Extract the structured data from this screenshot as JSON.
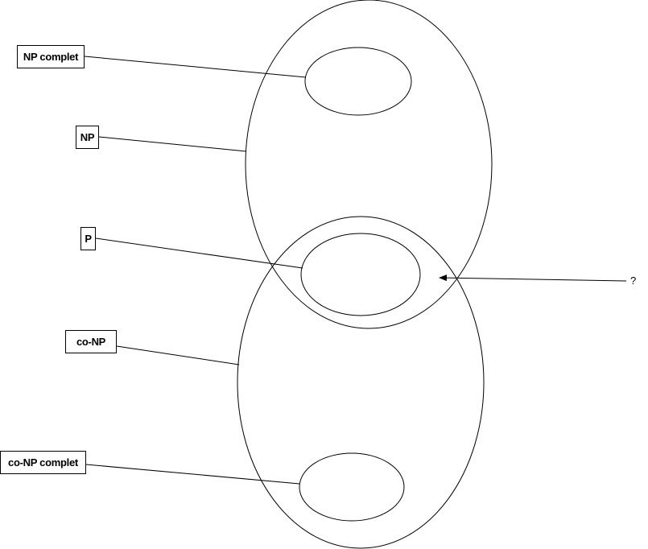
{
  "labels": {
    "np_complete": "NP complet",
    "np": "NP",
    "p": "P",
    "co_np": "co-NP",
    "co_np_complete": "co-NP complet"
  },
  "question": "?",
  "colors": {
    "stroke": "#000000",
    "background": "#ffffff"
  }
}
